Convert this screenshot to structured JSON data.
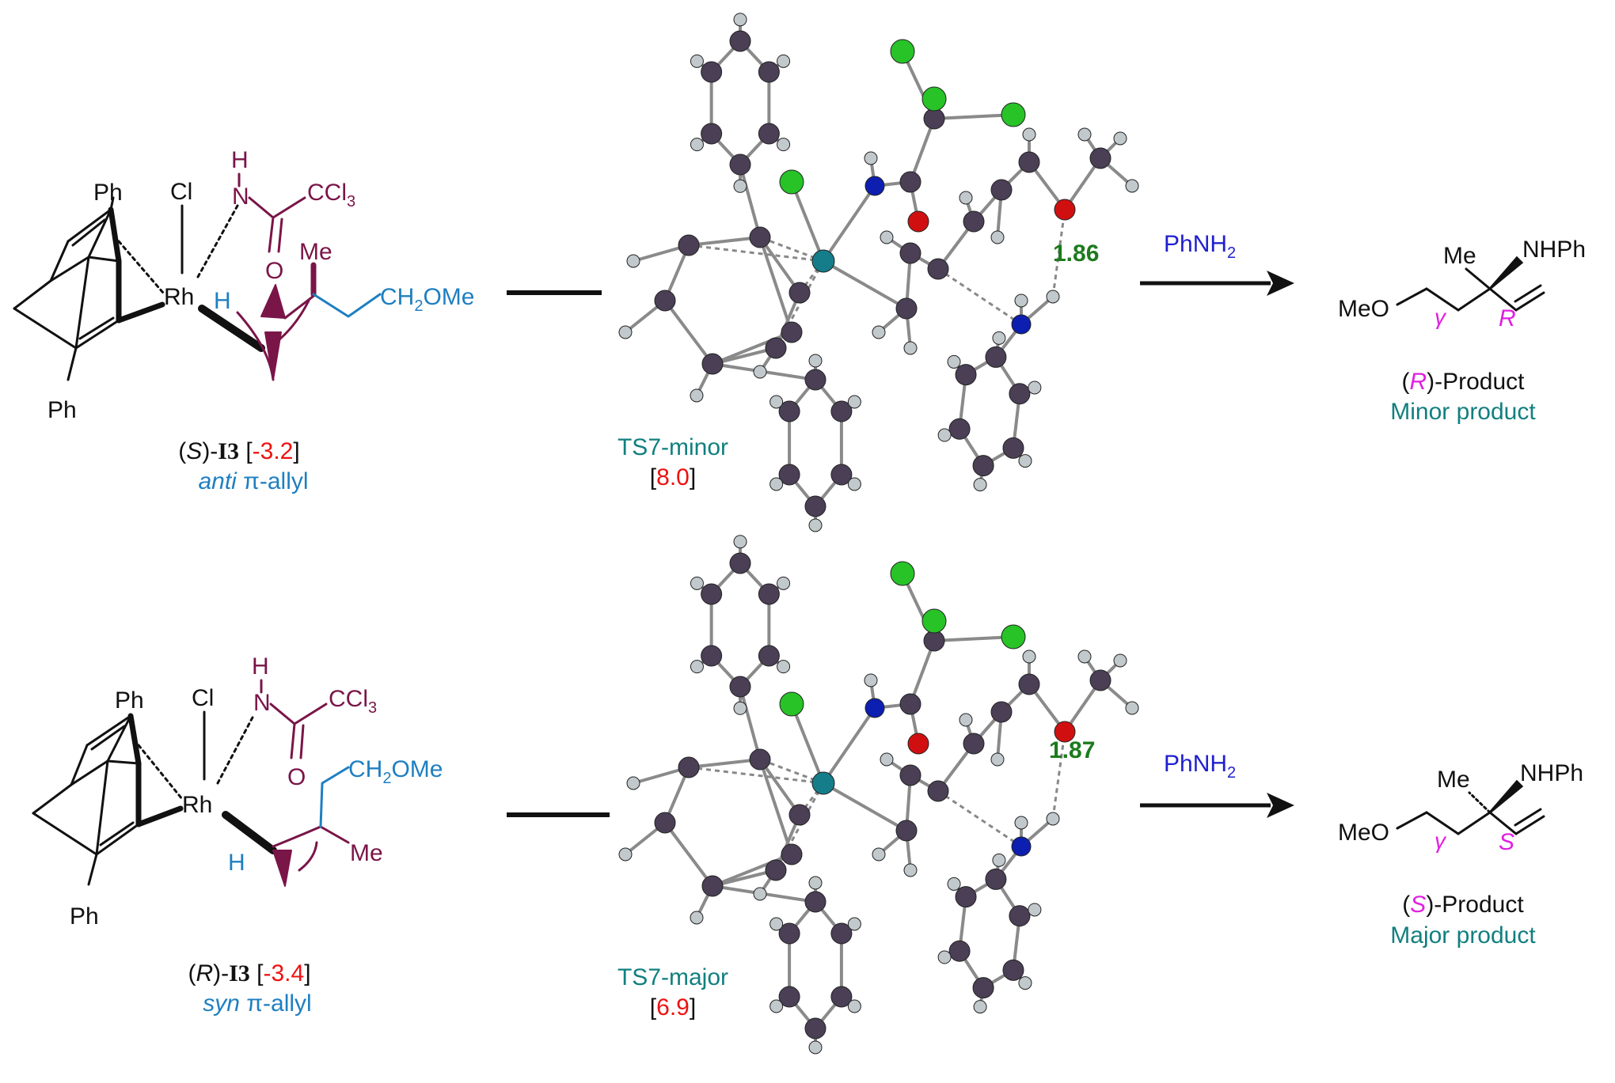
{
  "colors": {
    "black": "#111111",
    "maroon": "#7a1548",
    "blue": "#1f7fc1",
    "red": "#ee1111",
    "teal": "#127f7f",
    "green": "#1d7a1d",
    "magenta": "#e020e0",
    "navy": "#1f1fd0",
    "atom_c": "#4a3f55",
    "atom_h": "#c2c9cd",
    "atom_cl": "#27c327",
    "atom_n": "#0d1fb0",
    "atom_o": "#d01010",
    "atom_rh": "#157d8a"
  },
  "rows": [
    {
      "intermediate": {
        "ph_top": "Ph",
        "ph_bottom": "Ph",
        "cl": "Cl",
        "rh": "Rh",
        "h_amide": "H",
        "n": "N",
        "ccl3": "CCl",
        "ccl3_sub": "3",
        "o": "O",
        "me": "Me",
        "allyl_h": "H",
        "side_chain": "CH",
        "side_chain_sub": "2",
        "side_chain_tail": "OMe",
        "label_open": "(",
        "label_config": "S",
        "label_close": ")-",
        "label_name": "I3",
        "energy_open": " [",
        "energy_value": "-3.2",
        "energy_close": "]",
        "allyl_type_italic": "anti",
        "allyl_type_pi": " π",
        "allyl_type_rest": "-allyl"
      },
      "ts": {
        "name": "TS7-minor",
        "energy_open": "[",
        "energy_value": "8.0",
        "energy_close": "]",
        "distance": "1.86"
      },
      "reagent": {
        "main": "PhNH",
        "sub": "2"
      },
      "product": {
        "me": "Me",
        "nhph": "NHPh",
        "meo": "MeO",
        "gamma": "γ",
        "config": "R",
        "label_open": "(",
        "label_config": "R",
        "label_rest": ")-Product",
        "descriptor": "Minor product"
      }
    },
    {
      "intermediate": {
        "ph_top": "Ph",
        "ph_bottom": "Ph",
        "cl": "Cl",
        "rh": "Rh",
        "h_amide": "H",
        "n": "N",
        "ccl3": "CCl",
        "ccl3_sub": "3",
        "o": "O",
        "me": "Me",
        "allyl_h": "H",
        "side_chain": "CH",
        "side_chain_sub": "2",
        "side_chain_tail": "OMe",
        "label_open": "(",
        "label_config": "R",
        "label_close": ")-",
        "label_name": "I3",
        "energy_open": " [",
        "energy_value": "-3.4",
        "energy_close": "]",
        "allyl_type_italic": "syn",
        "allyl_type_pi": " π",
        "allyl_type_rest": "-allyl"
      },
      "ts": {
        "name": "TS7-major",
        "energy_open": "[",
        "energy_value": "6.9",
        "energy_close": "]",
        "distance": "1.87"
      },
      "reagent": {
        "main": "PhNH",
        "sub": "2"
      },
      "product": {
        "me": "Me",
        "nhph": "NHPh",
        "meo": "MeO",
        "gamma": "γ",
        "config": "S",
        "label_open": "(",
        "label_config": "S",
        "label_rest": ")-Product",
        "descriptor": "Major product"
      }
    }
  ]
}
